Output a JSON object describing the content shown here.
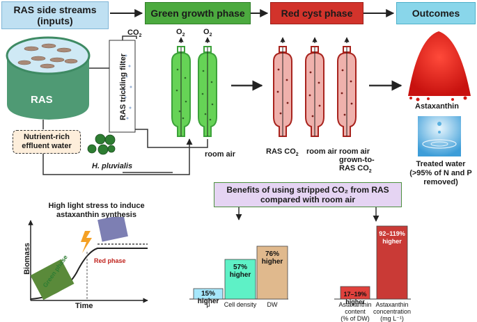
{
  "colors": {
    "inputs": "#bfe0f2",
    "green": "#4caa3f",
    "red": "#d2332b",
    "outcomes": "#89d6ea",
    "benefits": "#e5d4f3",
    "bar_mu": "#a6e7fb",
    "bar_density": "#5ef1c6",
    "bar_dw": "#e0b98d",
    "bar_content": "#e0413c",
    "bar_conc": "#c93a36"
  },
  "header": {
    "inputs": "RAS side streams\n(inputs)",
    "green_phase": "Green growth phase",
    "red_phase": "Red cyst phase",
    "outcomes": "Outcomes"
  },
  "labels": {
    "co2_top": "CO",
    "co2_sub": "2",
    "o2_a": "O",
    "o2_b": "O",
    "o2_sub": "2",
    "ras": "RAS",
    "filter": "RAS trickling filter",
    "effluent": "Nutrient-rich\neffluent water",
    "pluvialis": "H. pluvialis",
    "room_air_green": "room air",
    "ras_co2_red": "RAS CO",
    "room_air_red": "room air",
    "grown_to": "room air\ngrown-to-\nRAS CO",
    "astaxanthin": "Astaxanthin",
    "treated_water": "Treated water\n(>95% of N and P\nremoved)"
  },
  "benefits": {
    "title": "Benefits of using stripped CO₂ from RAS\ncompared with room air"
  },
  "inset": {
    "stress_note": "High light stress to induce\nastaxanthin synthesis",
    "ylabel": "Biomass",
    "xlabel": "Time",
    "green_phase": "Green phase",
    "red_phase": "Red phase"
  },
  "chart_data": {
    "type": "bar",
    "categories": [
      "μ",
      "Cell density",
      "DW",
      "Astaxanthin\ncontent\n(% of DW)",
      "Astaxanthin\nconcentration\n(mg L⁻¹)"
    ],
    "values": [
      15,
      57,
      76,
      18,
      105
    ],
    "value_labels": [
      "15%\nhigher",
      "57%\nhigher",
      "76%\nhigher",
      "17–19%\nhigher",
      "92–119%\nhigher"
    ],
    "ylim": [
      0,
      120
    ]
  }
}
